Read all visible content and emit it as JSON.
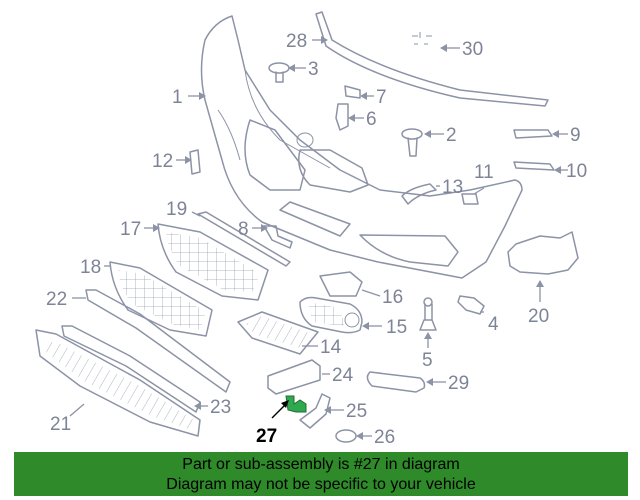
{
  "diagram": {
    "callouts": [
      "1",
      "2",
      "3",
      "4",
      "5",
      "6",
      "7",
      "8",
      "9",
      "10",
      "11",
      "12",
      "13",
      "14",
      "15",
      "16",
      "17",
      "18",
      "19",
      "20",
      "21",
      "22",
      "23",
      "24",
      "25",
      "26",
      "27",
      "28",
      "29",
      "30"
    ],
    "highlighted_part": "27",
    "colors": {
      "line": "#8c93a6",
      "highlight": "#2fa84f",
      "footer_bg": "#2f8a2a"
    }
  },
  "footer": {
    "line1": "Part or sub-assembly is #27 in diagram",
    "line2": "Diagram may not be specific to your vehicle"
  }
}
